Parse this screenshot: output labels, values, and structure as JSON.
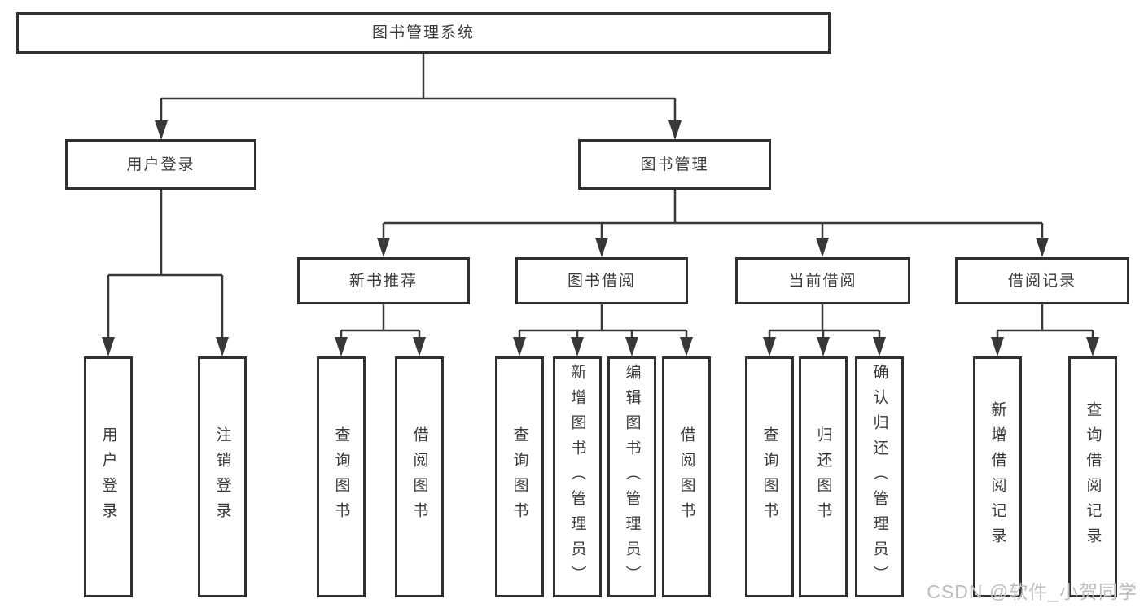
{
  "tree": {
    "root": {
      "label": "图书管理系统"
    },
    "branches": [
      {
        "label": "用户登录",
        "leaves": [
          {
            "label": "用户登录"
          },
          {
            "label": "注销登录"
          }
        ]
      },
      {
        "label": "图书管理",
        "groups": [
          {
            "label": "新书推荐",
            "leaves": [
              {
                "label": "查询图书"
              },
              {
                "label": "借阅图书"
              }
            ]
          },
          {
            "label": "图书借阅",
            "leaves": [
              {
                "label": "查询图书"
              },
              {
                "label": "新增图书（管理员）"
              },
              {
                "label": "编辑图书（管理员）"
              },
              {
                "label": "借阅图书"
              }
            ]
          },
          {
            "label": "当前借阅",
            "leaves": [
              {
                "label": "查询图书"
              },
              {
                "label": "归还图书"
              },
              {
                "label": "确认归还（管理员）"
              }
            ]
          },
          {
            "label": "借阅记录",
            "leaves": [
              {
                "label": "新增借阅记录"
              },
              {
                "label": "查询借阅记录"
              }
            ]
          }
        ]
      }
    ]
  },
  "watermark": "CSDN @软件_小贺同学",
  "colors": {
    "line": "#383838",
    "border": "#303030",
    "text": "#3a3a3a",
    "watermark": "#bdbdbd",
    "background": "#ffffff"
  }
}
